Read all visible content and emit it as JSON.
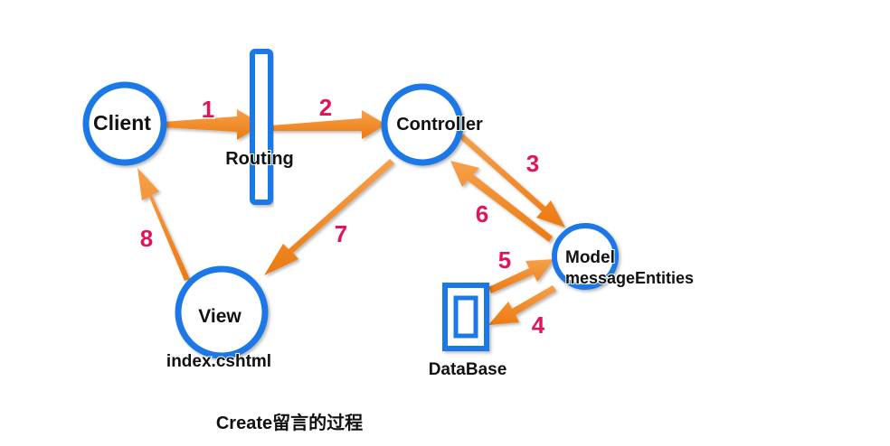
{
  "nodes": {
    "client": "Client",
    "routing": "Routing",
    "controller": "Controller",
    "model": "Model",
    "model_sub": "messageEntities",
    "view": "View",
    "view_sub": "index.cshtml",
    "database": "DataBase"
  },
  "steps": [
    "1",
    "2",
    "3",
    "4",
    "5",
    "6",
    "7",
    "8"
  ],
  "caption": "Create留言的过程",
  "colors": {
    "node_outline": "#1f78e6",
    "arrow": "#f28a1e",
    "step_number": "#e0145a"
  }
}
